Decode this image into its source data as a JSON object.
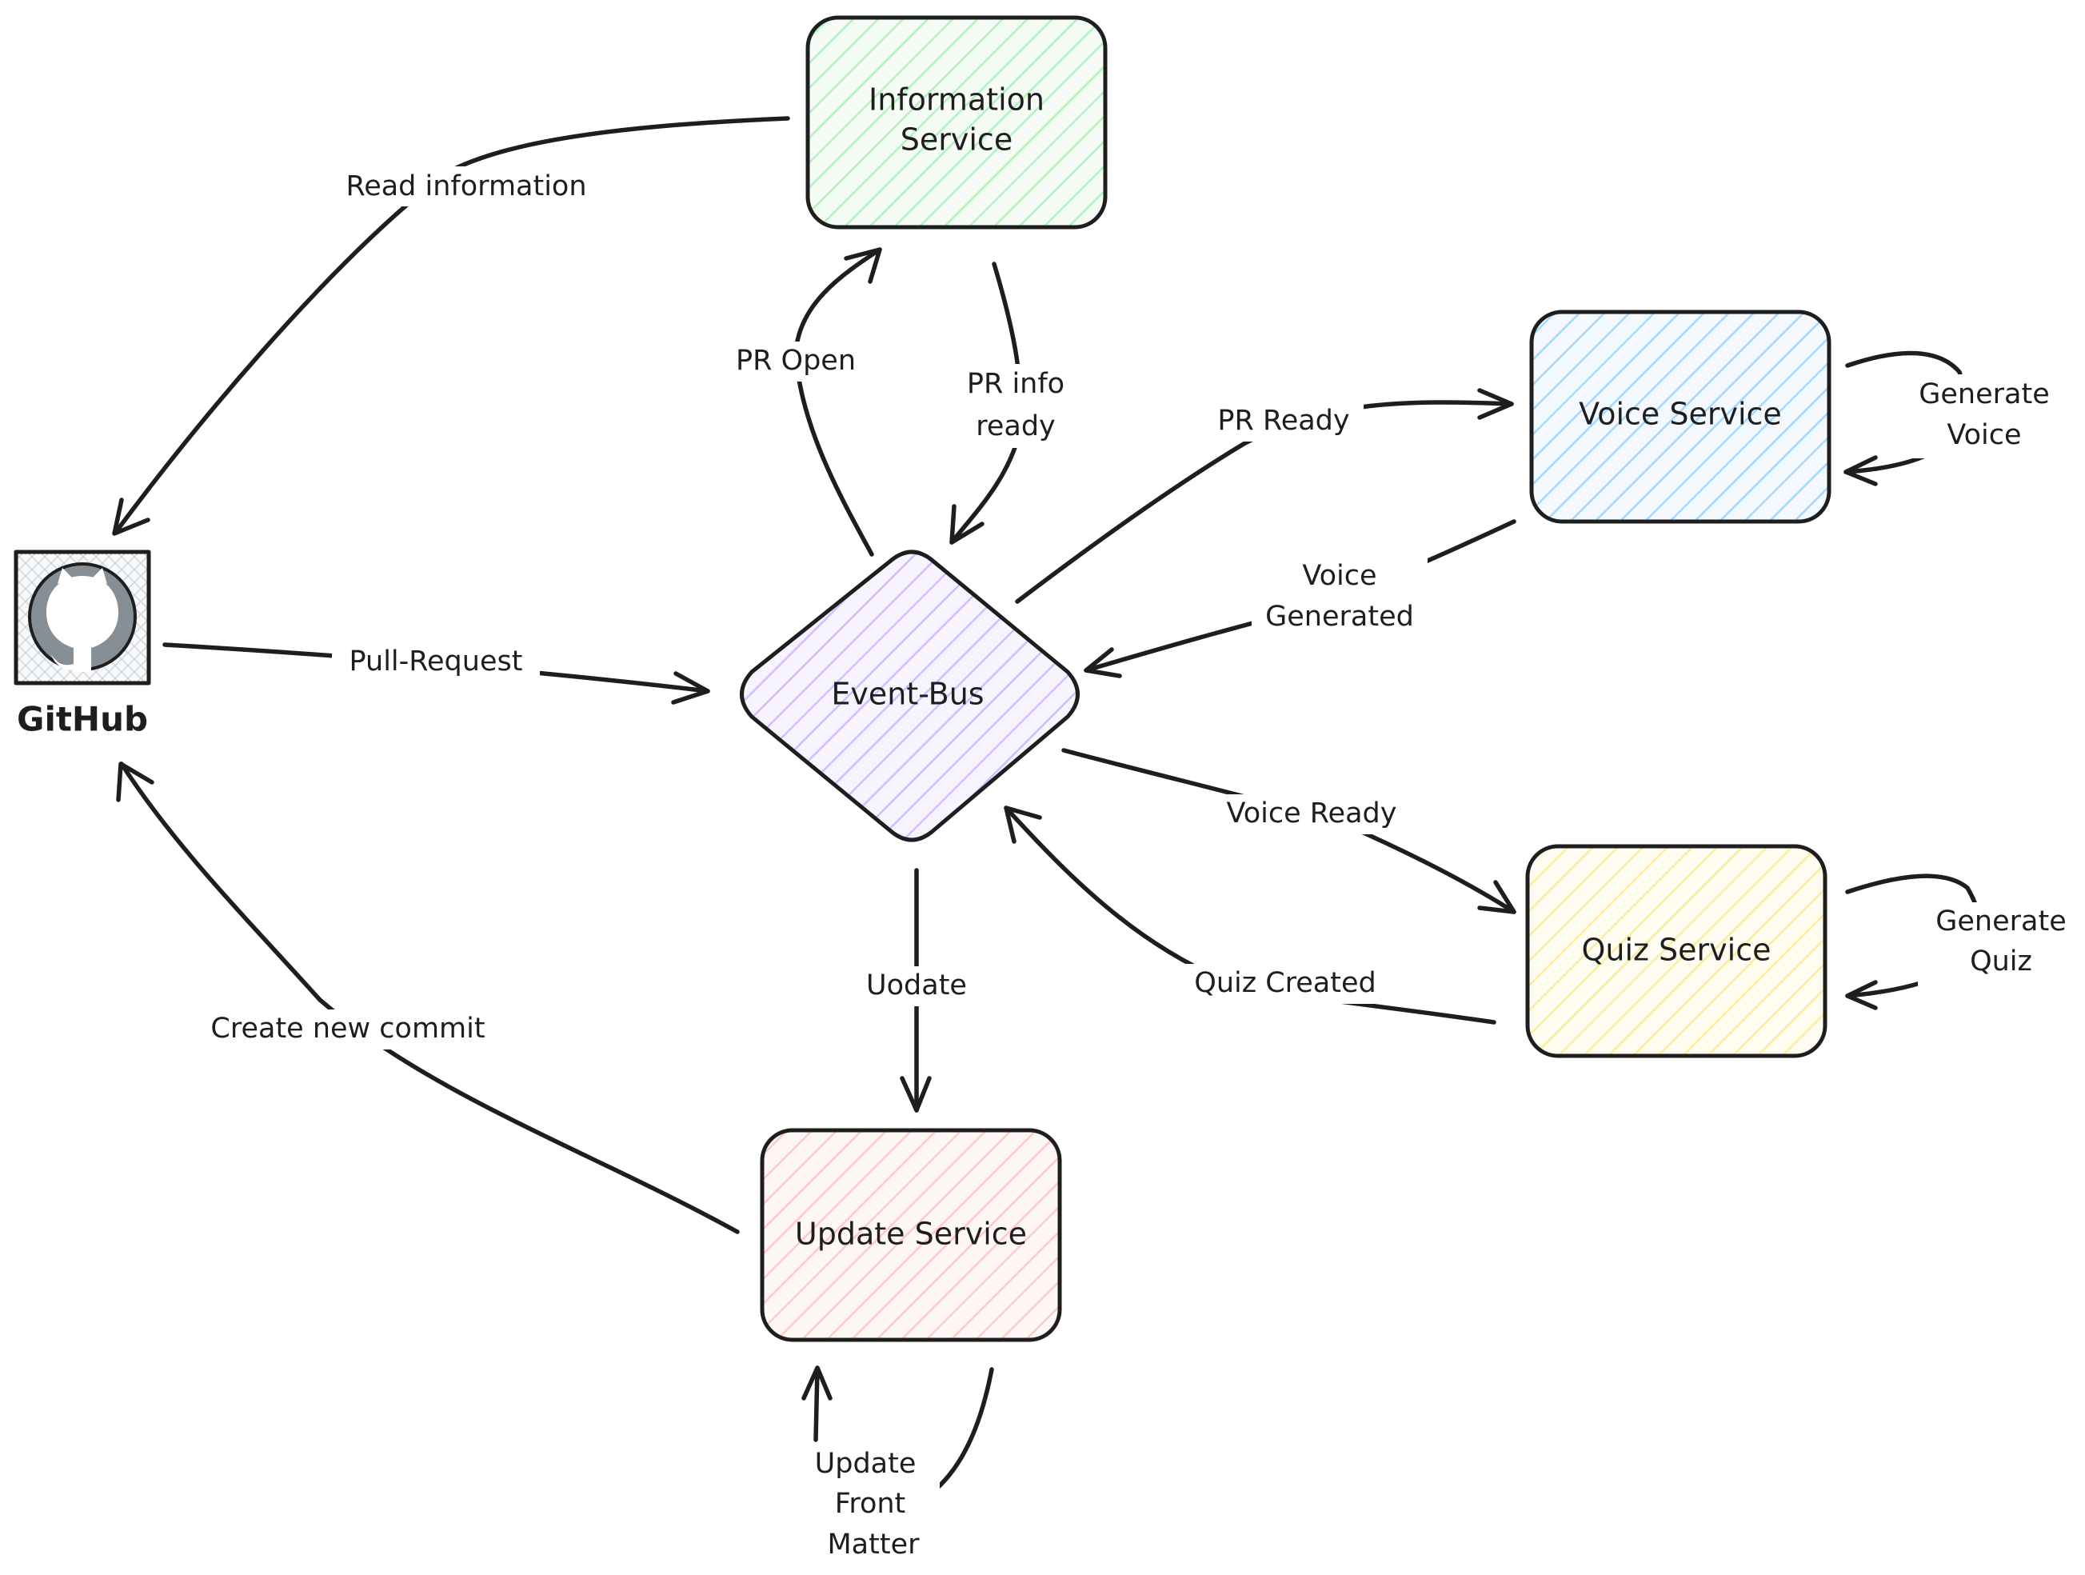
{
  "nodes": {
    "github": {
      "label": "GitHub",
      "icon": "github-octocat-icon",
      "color": "#868e96"
    },
    "information_service": {
      "label_lines": [
        "Information",
        "Service"
      ],
      "color": "#b2f2bb"
    },
    "voice_service": {
      "label": "Voice Service",
      "color": "#a5d8ff"
    },
    "event_bus": {
      "label": "Event-Bus",
      "color": "#d0bfff"
    },
    "quiz_service": {
      "label": "Quiz Service",
      "color": "#ffec99"
    },
    "update_service": {
      "label": "Update Service",
      "color": "#ffc9c9"
    }
  },
  "edges": {
    "read_information": {
      "label_lines": [
        "Read information"
      ]
    },
    "pull_request": {
      "label_lines": [
        "Pull-Request"
      ]
    },
    "create_new_commit": {
      "label_lines": [
        "Create new commit"
      ]
    },
    "pr_open": {
      "label_lines": [
        "PR Open"
      ]
    },
    "pr_info_ready": {
      "label_lines": [
        "PR info",
        "ready"
      ]
    },
    "pr_ready": {
      "label_lines": [
        "PR Ready"
      ]
    },
    "generate_voice": {
      "label_lines": [
        "Generate",
        "Voice"
      ]
    },
    "voice_generated": {
      "label_lines": [
        "Voice",
        "Generated"
      ]
    },
    "voice_ready": {
      "label_lines": [
        "Voice Ready"
      ]
    },
    "quiz_created": {
      "label_lines": [
        "Quiz Created"
      ]
    },
    "generate_quiz": {
      "label_lines": [
        "Generate",
        "Quiz"
      ]
    },
    "uodate": {
      "label_lines": [
        "Uodate"
      ]
    },
    "update_front_matter": {
      "label_lines": [
        "Update",
        "Front",
        "Matter"
      ]
    }
  }
}
